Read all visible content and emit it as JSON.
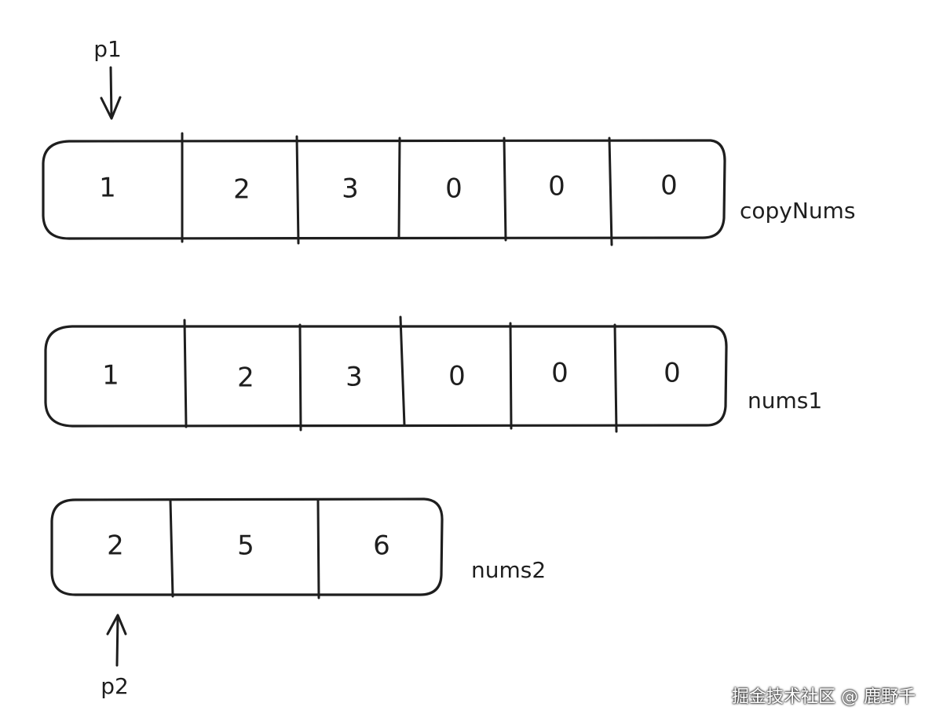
{
  "arrays": [
    {
      "name": "copyNums",
      "values": [
        "1",
        "2",
        "3",
        "0",
        "0",
        "0"
      ]
    },
    {
      "name": "nums1",
      "values": [
        "1",
        "2",
        "3",
        "0",
        "0",
        "0"
      ]
    },
    {
      "name": "nums2",
      "values": [
        "2",
        "5",
        "6"
      ]
    }
  ],
  "pointers": {
    "p1": {
      "label": "p1",
      "target_array": "copyNums",
      "target_index": 0
    },
    "p2": {
      "label": "p2",
      "target_array": "nums2",
      "target_index": 0
    }
  },
  "watermark": "掘金技术社区 @ 鹿野千"
}
